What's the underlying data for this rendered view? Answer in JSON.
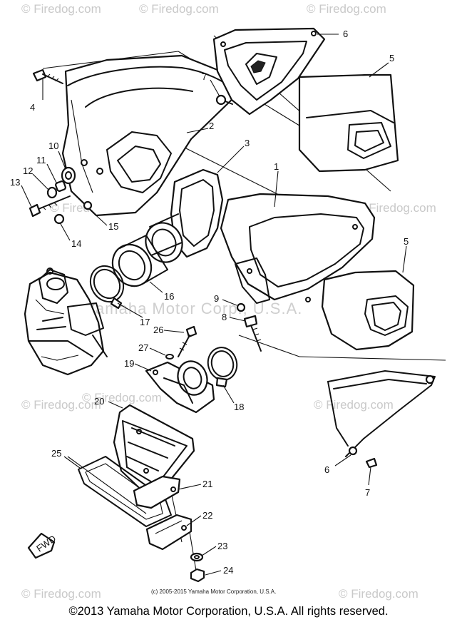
{
  "watermark": {
    "brand": "© Firedog.com",
    "corporate": "Yamaha Motor Corp., U.S.A."
  },
  "callouts": [
    "1",
    "2",
    "3",
    "4",
    "5",
    "5",
    "6",
    "6",
    "7",
    "7",
    "8",
    "9",
    "10",
    "11",
    "12",
    "13",
    "14",
    "15",
    "16",
    "17",
    "18",
    "19",
    "20",
    "21",
    "22",
    "23",
    "24",
    "25",
    "26",
    "27"
  ],
  "fwd_badge": "FWD",
  "fine_copyright": "(c) 2005-2015 Yamaha Motor Corporation, U.S.A.",
  "footer_copyright": "©2013 Yamaha Motor Corporation, U.S.A. All rights reserved."
}
